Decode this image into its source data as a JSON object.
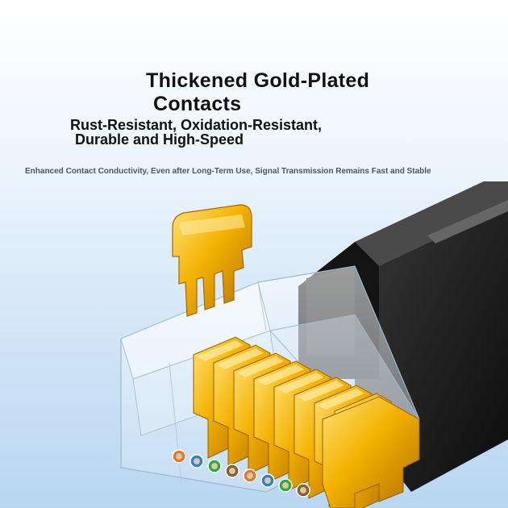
{
  "headline": {
    "line1": "Thickened Gold-Plated",
    "line2": "Contacts",
    "sub1": "Rust-Resistant, Oxidation-Resistant,",
    "sub2": "Durable and High-Speed"
  },
  "description": "Enhanced Contact Conductivity, Even after Long-Term Use, Signal Transmission Remains Fast and Stable",
  "colors": {
    "gold": "#f3b200",
    "gold_dark": "#c07a00",
    "cable": "#1c1c1c",
    "background": "#cfe3f6"
  },
  "illustration": {
    "subject": "rj45-connector-with-gold-contacts",
    "wire_colors": [
      "#e8732a",
      "#2b7fd6",
      "#2faa3a",
      "#8a5a2b"
    ]
  }
}
